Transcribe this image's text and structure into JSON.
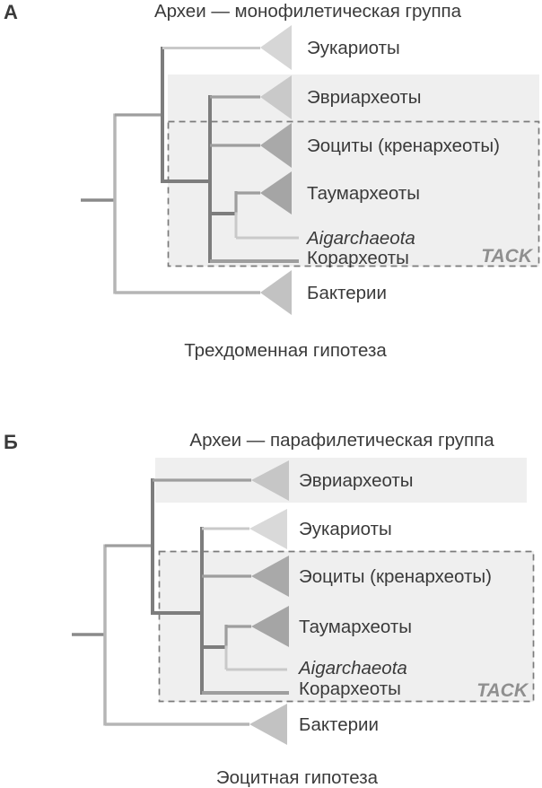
{
  "panels": [
    {
      "letter": "А",
      "title": "Археи — монофилетическая группа",
      "caption": "Трехдоменная гипотеза",
      "tack": "TACK",
      "taxa": [
        {
          "label": "Эукариоты"
        },
        {
          "label": "Эвриархеоты"
        },
        {
          "label": "Эоциты (кренархеоты)"
        },
        {
          "label": "Таумархеоты"
        },
        {
          "label": "Aigarchaeota"
        },
        {
          "label": "Корархеоты"
        },
        {
          "label": "Бактерии"
        }
      ]
    },
    {
      "letter": "Б",
      "title": "Археи — парафилетическая группа",
      "caption": "Эоцитная гипотеза",
      "tack": "TACK",
      "taxa": [
        {
          "label": "Эвриархеоты"
        },
        {
          "label": "Эукариоты"
        },
        {
          "label": "Эоциты (кренархеоты)"
        },
        {
          "label": "Таумархеоты"
        },
        {
          "label": "Aigarchaeota"
        },
        {
          "label": "Корархеоты"
        },
        {
          "label": "Бактерии"
        }
      ]
    }
  ],
  "colors": {
    "shade_background": "#efefef",
    "dashed_border": "#7b7b7b",
    "dark_branch": "#7d7d7d",
    "medium_branch": "#9e9e9e",
    "light_branch": "#b5b5b5",
    "label_text": "#3a3a3a",
    "tack_text": "#8f8f8f"
  }
}
